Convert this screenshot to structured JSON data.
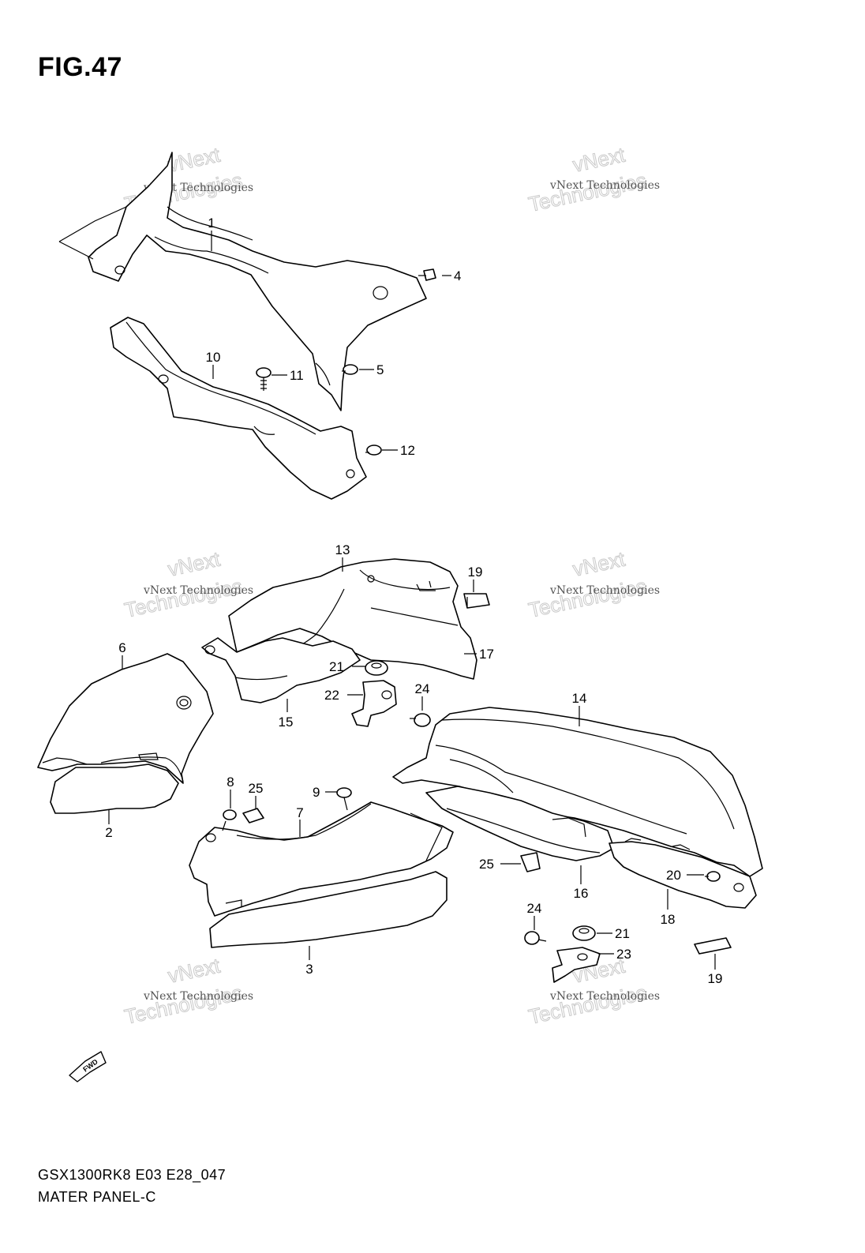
{
  "title": "FIG.47",
  "diagram_code": "GSX1300RK8 E03 E28_047",
  "diagram_name": "MATER PANEL-C",
  "fwd_label": "FWD",
  "watermark": {
    "line1": "vNext Technologies",
    "line2": "vNext",
    "line3": "Technologies"
  },
  "callouts": {
    "c1": "1",
    "c2": "2",
    "c3": "3",
    "c4": "4",
    "c5": "5",
    "c6": "6",
    "c7": "7",
    "c8": "8",
    "c9": "9",
    "c10": "10",
    "c11": "11",
    "c12": "12",
    "c13": "13",
    "c14": "14",
    "c15": "15",
    "c16": "16",
    "c17": "17",
    "c18": "18",
    "c19a": "19",
    "c19b": "19",
    "c20": "20",
    "c21a": "21",
    "c21b": "21",
    "c22": "22",
    "c23": "23",
    "c24a": "24",
    "c24b": "24",
    "c25a": "25",
    "c25b": "25"
  }
}
